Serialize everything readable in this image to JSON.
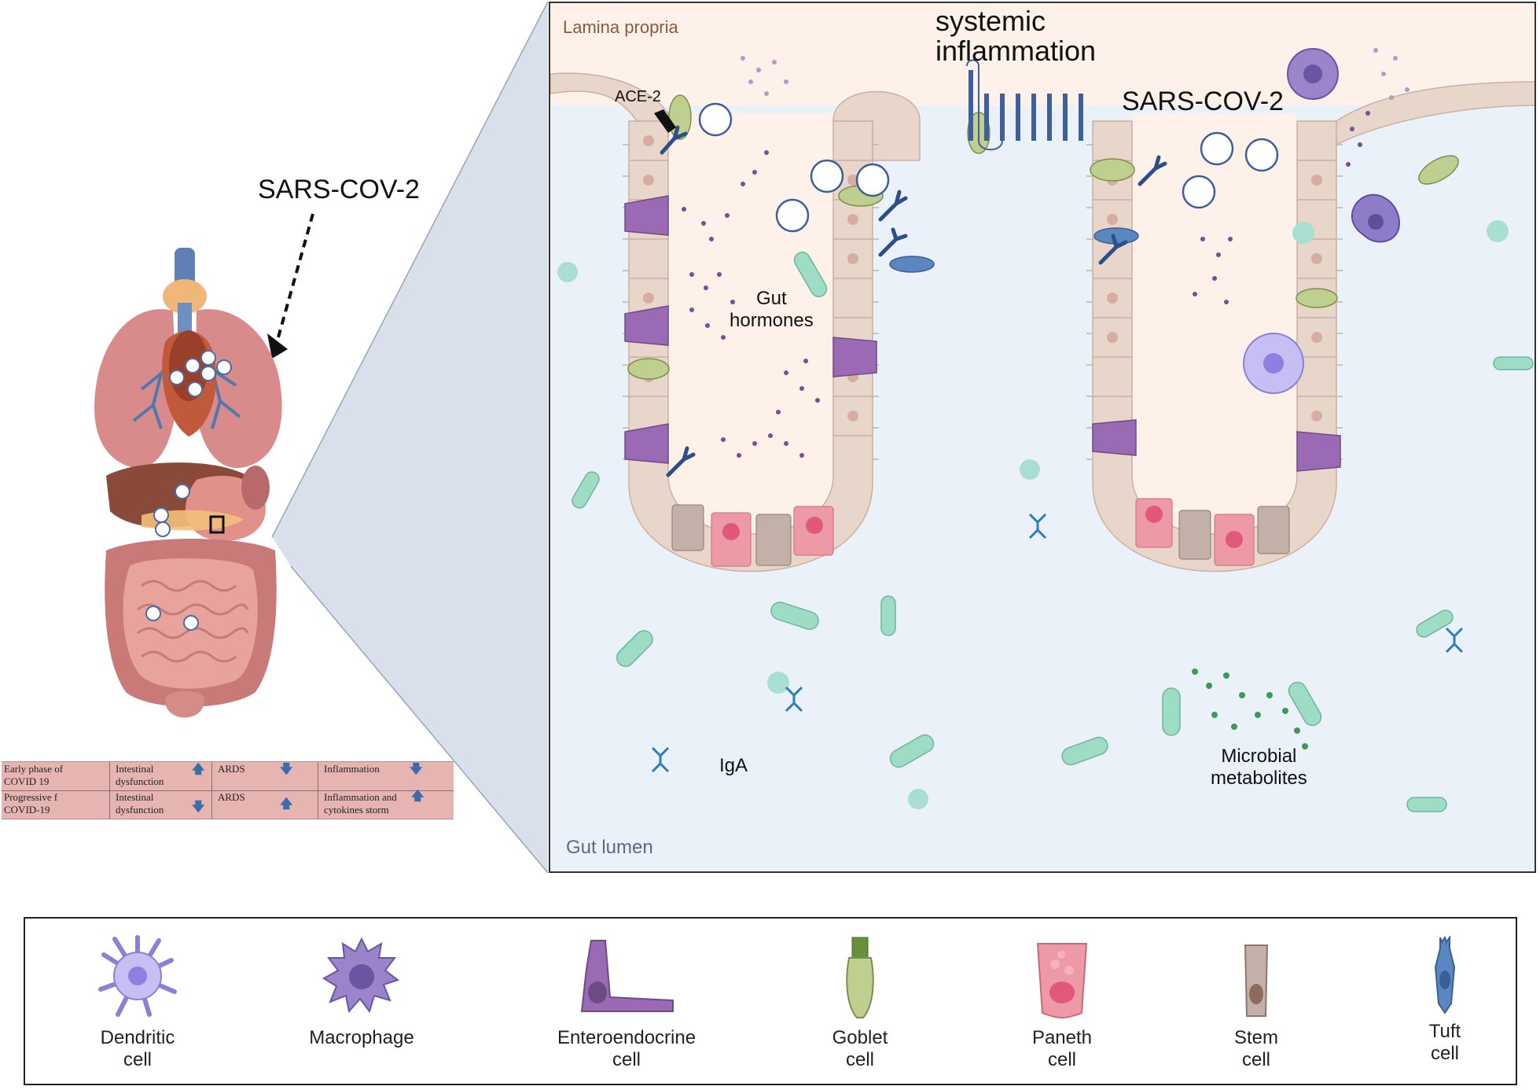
{
  "left_panel": {
    "sars_label": "SARS-COV-2"
  },
  "table": {
    "rows": [
      {
        "phase": [
          "Early phase of",
          "COVID 19"
        ],
        "intestinal": [
          "Intestinal",
          "dysfunction"
        ],
        "intestinal_dir": "up",
        "ards": "ARDS",
        "ards_dir": "down",
        "inflammation": [
          "Inflammation"
        ],
        "inflammation_dir": "down"
      },
      {
        "phase": [
          "Progressive  f",
          "COVID-19"
        ],
        "intestinal": [
          "Intestinal",
          "dysfunction"
        ],
        "intestinal_dir": "down",
        "ards": "ARDS",
        "ards_dir": "up",
        "inflammation": [
          "Inflammation and",
          "cytokines storm"
        ],
        "inflammation_dir": "up"
      }
    ]
  },
  "gut_panel": {
    "lamina_propria": "Lamina propria",
    "systemic_line1": "systemic",
    "systemic_line2": "inflammation",
    "sars_label": "SARS-COV-2",
    "ace2": "ACE-2",
    "gut_hormones_line1": "Gut",
    "gut_hormones_line2": "hormones",
    "iga": "IgA",
    "microbial_line1": "Microbial",
    "microbial_line2": "metabolites",
    "gut_lumen": "Gut lumen"
  },
  "legend": {
    "items": [
      {
        "line1": "Dendritic",
        "line2": "cell",
        "icon": "dendritic-cell-icon"
      },
      {
        "line1": "Macrophage",
        "line2": "",
        "icon": "macrophage-icon"
      },
      {
        "line1": "Enteroendocrine",
        "line2": "cell",
        "icon": "enteroendocrine-cell-icon"
      },
      {
        "line1": "Goblet",
        "line2": "cell",
        "icon": "goblet-cell-icon"
      },
      {
        "line1": "Paneth",
        "line2": "cell",
        "icon": "paneth-cell-icon"
      },
      {
        "line1": "Stem",
        "line2": "cell",
        "icon": "stem-cell-icon"
      },
      {
        "line1": "Tuft",
        "line2": "cell",
        "icon": "tuft-cell-icon"
      }
    ]
  },
  "colors": {
    "lamina_bg": "#fdf1ea",
    "lumen_bg": "#eaf1f9",
    "zoom_cone": "#d6dde9",
    "enterocyte": "#e9d8ce",
    "enteroendocrine": "#9b6ab5",
    "goblet": "#b9c98a",
    "paneth": "#ee9aa6",
    "stem": "#c3b0a8",
    "tuft": "#5a86c2",
    "virus": "#3e5f9a",
    "bacteria": "#9fdcc6"
  }
}
